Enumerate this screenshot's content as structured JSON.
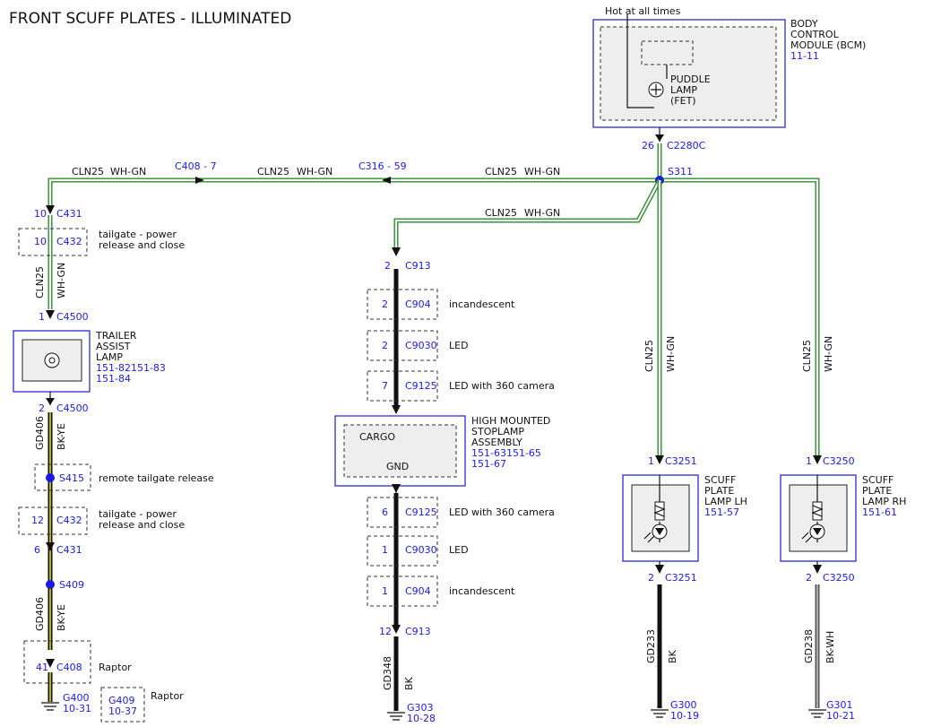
{
  "title": "FRONT SCUFF PLATES - ILLUMINATED",
  "bcm": {
    "hot_label": "Hot at all times",
    "name_lines": [
      "BODY",
      "CONTROL",
      "MODULE (BCM)"
    ],
    "ref": "11-11",
    "puddle_lines": [
      "PUDDLE",
      "LAMP",
      "(FET)"
    ],
    "pin": "26",
    "connector": "C2280C"
  },
  "splice_s311": "S311",
  "top_wire": {
    "circuit": "CLN25",
    "color": "WH-GN",
    "c408_label": "C408 - 7",
    "c316_label": "C316 - 59"
  },
  "branch_label": {
    "circuit": "CLN25",
    "color": "WH-GN"
  },
  "left_column": {
    "c431_top": {
      "pin": "10",
      "connector": "C431"
    },
    "c432_top": {
      "pin": "10",
      "connector": "C432",
      "note_lines": [
        "tailgate - power",
        "release and close"
      ]
    },
    "vertical_wire": {
      "circuit": "CLN25",
      "color": "WH-GN"
    },
    "c4500_top": {
      "pin": "1",
      "connector": "C4500"
    },
    "trailer_lamp": {
      "name_lines": [
        "TRAILER",
        "ASSIST",
        "LAMP"
      ],
      "refs": [
        "151-82151-83",
        "151-84"
      ]
    },
    "c4500_bottom": {
      "pin": "2",
      "connector": "C4500"
    },
    "wire2": {
      "circuit": "GD406",
      "color": "BK-YE"
    },
    "s415": {
      "name": "S415",
      "note": "remote tailgate release"
    },
    "c432_bottom": {
      "pin": "12",
      "connector": "C432",
      "note_lines": [
        "tailgate - power",
        "release and close"
      ]
    },
    "c431_bottom": {
      "pin": "6",
      "connector": "C431"
    },
    "s409": "S409",
    "wire3": {
      "circuit": "GD406",
      "color": "BK-YE"
    },
    "c408": {
      "pin": "41",
      "connector": "C408",
      "note": "Raptor"
    },
    "g400": {
      "name": "G400",
      "ref": "10-31"
    },
    "g409": {
      "name": "G409",
      "ref": "10-37",
      "note": "Raptor"
    }
  },
  "middle_column": {
    "c913_top": {
      "pin": "2",
      "connector": "C913"
    },
    "connectors_top": [
      {
        "pin": "2",
        "connector": "C904",
        "note": "incandescent"
      },
      {
        "pin": "2",
        "connector": "C9030",
        "note": "LED"
      },
      {
        "pin": "7",
        "connector": "C9125",
        "note": "LED with 360 camera"
      }
    ],
    "stoplamp": {
      "name_lines": [
        "HIGH MOUNTED",
        "STOPLAMP",
        "ASSEMBLY"
      ],
      "refs": [
        "151-63151-65",
        "151-67"
      ],
      "cargo": "CARGO",
      "gnd": "GND"
    },
    "connectors_bottom": [
      {
        "pin": "6",
        "connector": "C9125",
        "note": "LED with 360 camera"
      },
      {
        "pin": "1",
        "connector": "C9030",
        "note": "LED"
      },
      {
        "pin": "1",
        "connector": "C904",
        "note": "incandescent"
      }
    ],
    "c913_bottom": {
      "pin": "12",
      "connector": "C913"
    },
    "wire": {
      "circuit": "GD348",
      "color": "BK"
    },
    "ground": {
      "name": "G303",
      "ref": "10-28"
    }
  },
  "scuff_lh": {
    "wire_top": {
      "circuit": "CLN25",
      "color": "WH-GN"
    },
    "c_top": {
      "pin": "1",
      "connector": "C3251"
    },
    "name_lines": [
      "SCUFF",
      "PLATE",
      "LAMP LH"
    ],
    "ref": "151-57",
    "c_bottom": {
      "pin": "2",
      "connector": "C3251"
    },
    "wire_bottom": {
      "circuit": "GD233",
      "color": "BK"
    },
    "ground": {
      "name": "G300",
      "ref": "10-19"
    }
  },
  "scuff_rh": {
    "wire_top": {
      "circuit": "CLN25",
      "color": "WH-GN"
    },
    "c_top": {
      "pin": "1",
      "connector": "C3250"
    },
    "name_lines": [
      "SCUFF",
      "PLATE",
      "LAMP RH"
    ],
    "ref": "151-61",
    "c_bottom": {
      "pin": "2",
      "connector": "C3250"
    },
    "wire_bottom": {
      "circuit": "GD238",
      "color": "BK-WH"
    },
    "ground": {
      "name": "G301",
      "ref": "10-21"
    }
  },
  "colors": {
    "wire_green": "#2e8b2e",
    "label_blue": "#1a1ae6",
    "box_blue": "#2b2bd6",
    "wire_yellow": "#e0e000"
  }
}
